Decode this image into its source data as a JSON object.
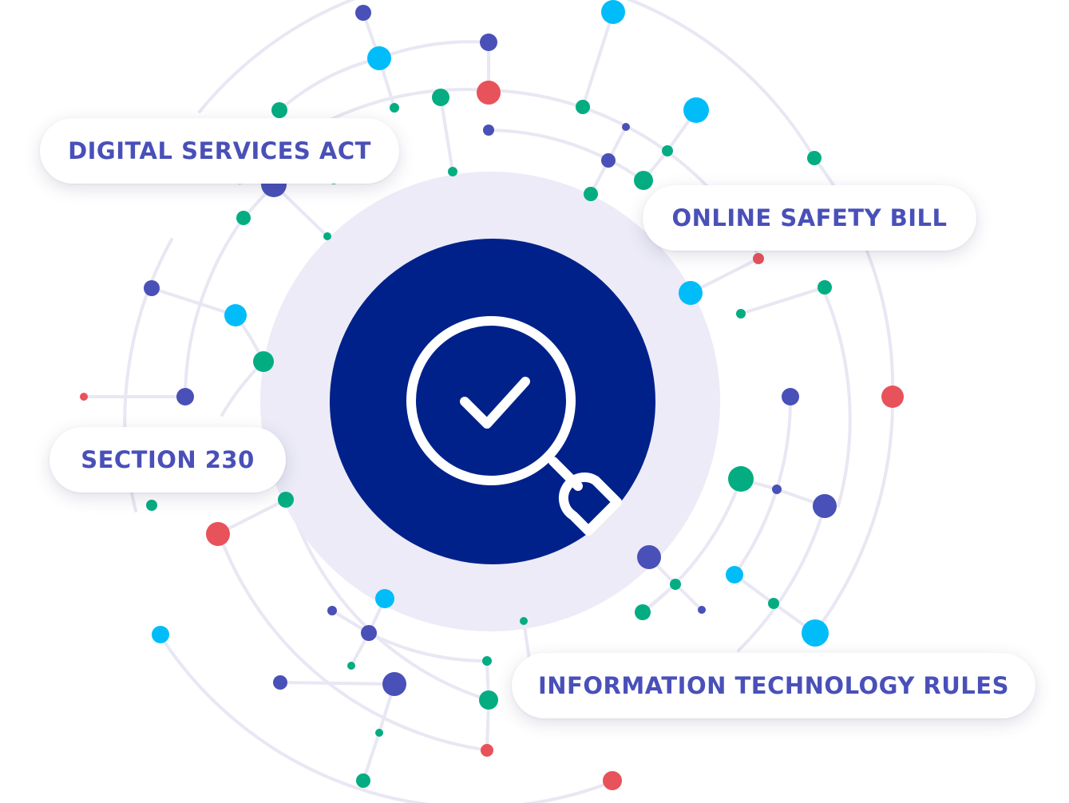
{
  "labels": {
    "digital_services_act": "DIGITAL SERVICES ACT",
    "online_safety_bill": "ONLINE SAFETY BILL",
    "section_230": "SECTION 230",
    "information_technology_rules": "INFORMATION TECHNOLOGY RULES"
  },
  "center_icon": {
    "icon": "magnifier-check-icon",
    "fill_color": "#00218a",
    "halo_color": "#ecebf7"
  },
  "colors": {
    "label_text": "#4950b8",
    "connector_line": "#e8e7f3",
    "node_navy": "#4950b8",
    "node_cyan": "#00bdfa",
    "node_green": "#04ad81",
    "node_red": "#e8525a"
  }
}
